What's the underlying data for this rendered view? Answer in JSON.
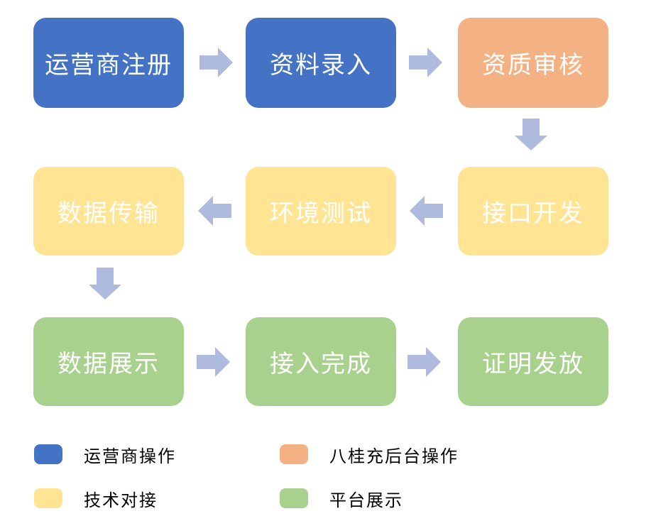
{
  "diagram": {
    "type": "flowchart",
    "background": "#ffffff",
    "colors": {
      "operator": "#4472C4",
      "backend": "#F4B183",
      "technical": "#FFE593",
      "platform": "#A9D18E",
      "arrow": "#AFBADF",
      "node_text": "#FFFFFF",
      "legend_text": "#000000"
    },
    "nodes": [
      {
        "label": "运营商注册",
        "category": "operator",
        "row": 1,
        "col": 1
      },
      {
        "label": "资料录入",
        "category": "operator",
        "row": 1,
        "col": 2
      },
      {
        "label": "资质审核",
        "category": "backend",
        "row": 1,
        "col": 3
      },
      {
        "label": "数据传输",
        "category": "technical",
        "row": 2,
        "col": 1
      },
      {
        "label": "环境测试",
        "category": "technical",
        "row": 2,
        "col": 2
      },
      {
        "label": "接口开发",
        "category": "technical",
        "row": 2,
        "col": 3
      },
      {
        "label": "数据展示",
        "category": "platform",
        "row": 3,
        "col": 1
      },
      {
        "label": "接入完成",
        "category": "platform",
        "row": 3,
        "col": 2
      },
      {
        "label": "证明发放",
        "category": "platform",
        "row": 3,
        "col": 3
      }
    ],
    "arrows": [
      {
        "from": "运营商注册",
        "to": "资料录入",
        "direction": "right"
      },
      {
        "from": "资料录入",
        "to": "资质审核",
        "direction": "right"
      },
      {
        "from": "资质审核",
        "to": "接口开发",
        "direction": "down"
      },
      {
        "from": "接口开发",
        "to": "环境测试",
        "direction": "left"
      },
      {
        "from": "环境测试",
        "to": "数据传输",
        "direction": "left"
      },
      {
        "from": "数据传输",
        "to": "数据展示",
        "direction": "down"
      },
      {
        "from": "数据展示",
        "to": "接入完成",
        "direction": "right"
      },
      {
        "from": "接入完成",
        "to": "证明发放",
        "direction": "right"
      }
    ],
    "legend": [
      {
        "label": "运营商操作",
        "category": "operator"
      },
      {
        "label": "技术对接",
        "category": "technical"
      },
      {
        "label": "八桂充后台操作",
        "category": "backend"
      },
      {
        "label": "平台展示",
        "category": "platform"
      }
    ]
  }
}
